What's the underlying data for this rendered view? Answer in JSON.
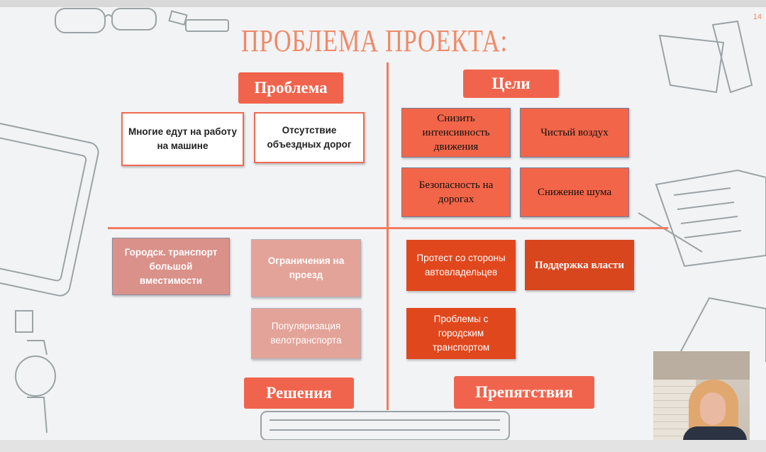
{
  "slide": {
    "title": "Проблема проекта:",
    "page_number": "14"
  },
  "headers": {
    "problem": "Проблема",
    "goals": "Цели",
    "solutions": "Решения",
    "obstacles": "Препятствия"
  },
  "problems": [
    "Многие едут на работу на машине",
    "Отсутствие объездных дорог"
  ],
  "goals": [
    "Снизить интенсивность движения",
    "Чистый воздух",
    "Безопасность на дорогах",
    "Снижение шума"
  ],
  "solutions": [
    "Городск. транспорт большой вместимости",
    "Ограничения на проезд",
    "Популяризация велотранспорта"
  ],
  "obstacles": [
    "Протест со стороны автовладельцев",
    "Поддержка власти",
    "Проблемы с городским транспортом"
  ],
  "colors": {
    "accent": "#f0644d",
    "title": "#f08a67",
    "obstacle": "#e0471d"
  }
}
